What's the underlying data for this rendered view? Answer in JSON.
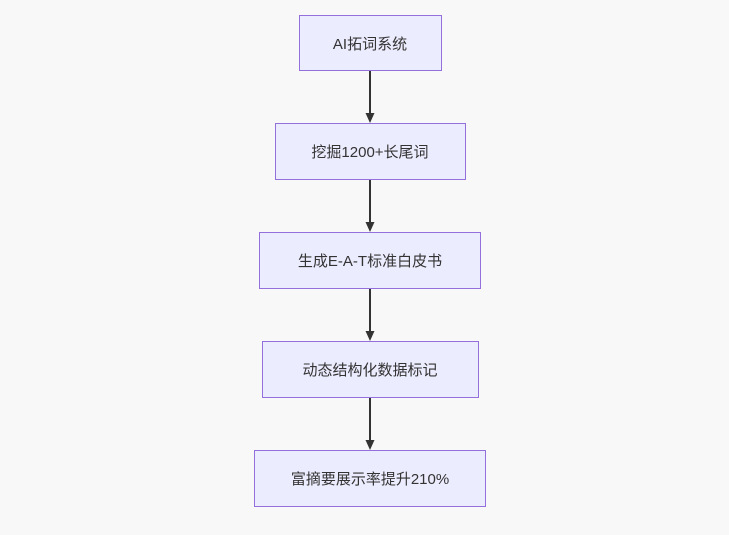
{
  "flowchart": {
    "direction": "top-down",
    "nodes": [
      {
        "id": "A",
        "label": "AI拓词系统"
      },
      {
        "id": "B",
        "label": "挖掘1200+长尾词"
      },
      {
        "id": "C",
        "label": "生成E-A-T标准白皮书"
      },
      {
        "id": "D",
        "label": "动态结构化数据标记"
      },
      {
        "id": "E",
        "label": "富摘要展示率提升210%"
      }
    ],
    "edges": [
      {
        "from": "A",
        "to": "B"
      },
      {
        "from": "B",
        "to": "C"
      },
      {
        "from": "C",
        "to": "D"
      },
      {
        "from": "D",
        "to": "E"
      }
    ]
  },
  "colors": {
    "background": "#f8f8f8",
    "node_fill": "#ececff",
    "node_border": "#9370db",
    "arrow": "#333333",
    "text": "#333333"
  }
}
